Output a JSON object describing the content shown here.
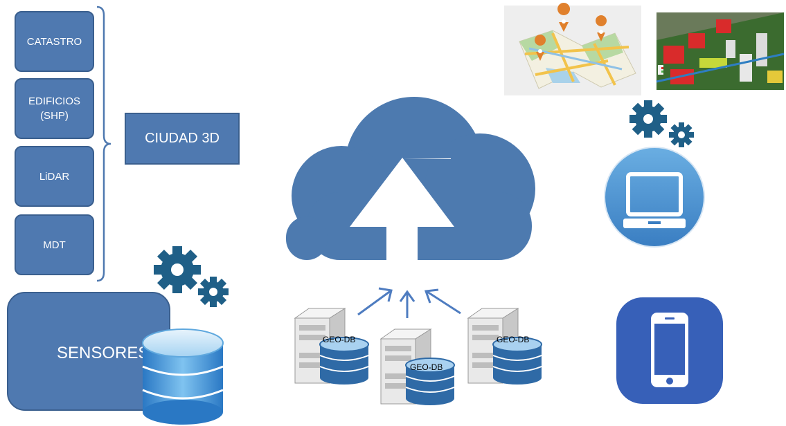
{
  "sources": {
    "items": [
      {
        "label": "CATASTRO"
      },
      {
        "label": "EDIFICIOS\n(SHP)"
      },
      {
        "label": "LiDAR"
      },
      {
        "label": "MDT"
      }
    ]
  },
  "ciudad3d": {
    "label": "CIUDAD 3D"
  },
  "sensores": {
    "label": "SENSORES"
  },
  "servers": {
    "labels": [
      "GEO-DB",
      "GEO-DB",
      "GEO-DB"
    ]
  },
  "colors": {
    "box_fill": "#4f79b0",
    "box_border": "#3a5f8e",
    "gear": "#1f5f87",
    "cloud": "#4d7aaf",
    "arrow": "#4e7cc0"
  },
  "icons": [
    "gear-icon",
    "database-icon",
    "cloud-upload-icon",
    "server-icon",
    "map-icon",
    "city-3d-icon",
    "laptop-icon",
    "smartphone-icon"
  ]
}
